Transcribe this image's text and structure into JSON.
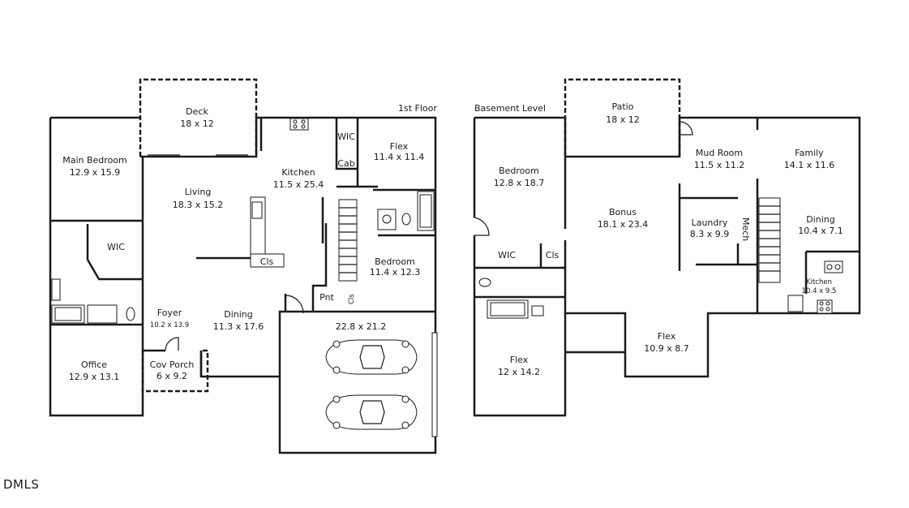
{
  "floors": {
    "first": {
      "title": "1st Floor",
      "rooms": [
        {
          "id": "deck",
          "name": "Deck",
          "dims": "18 x 12"
        },
        {
          "id": "main-bedroom",
          "name": "Main Bedroom",
          "dims": "12.9 x 15.9"
        },
        {
          "id": "living",
          "name": "Living",
          "dims": "18.3 x 15.2"
        },
        {
          "id": "kitchen",
          "name": "Kitchen",
          "dims": "11.5 x 25.4"
        },
        {
          "id": "flex",
          "name": "Flex",
          "dims": "11.4 x 11.4"
        },
        {
          "id": "bedroom",
          "name": "Bedroom",
          "dims": "11.4 x 12.3"
        },
        {
          "id": "foyer",
          "name": "Foyer",
          "dims": "10.2 x 13.9"
        },
        {
          "id": "dining",
          "name": "Dining",
          "dims": "11.3 x 17.6"
        },
        {
          "id": "office",
          "name": "Office",
          "dims": "12.9 x 13.1"
        },
        {
          "id": "cov-porch",
          "name": "Cov Porch",
          "dims": "6 x 9.2"
        },
        {
          "id": "garage",
          "name": "",
          "dims": "22.8 x 21.2"
        }
      ],
      "small_labels": {
        "wic_main": "WIC",
        "wic_flex": "WIC",
        "cab": "Cab",
        "cls_island": "Cls",
        "pnt": "Pnt",
        "cls_vertical": "Cls"
      }
    },
    "basement": {
      "title": "Basement Level",
      "rooms": [
        {
          "id": "patio",
          "name": "Patio",
          "dims": "18 x 12"
        },
        {
          "id": "b-bedroom",
          "name": "Bedroom",
          "dims": "12.8 x 18.7"
        },
        {
          "id": "bonus",
          "name": "Bonus",
          "dims": "18.1 x 23.4"
        },
        {
          "id": "mud-room",
          "name": "Mud Room",
          "dims": "11.5 x 11.2"
        },
        {
          "id": "family",
          "name": "Family",
          "dims": "14.1 x 11.6"
        },
        {
          "id": "laundry",
          "name": "Laundry",
          "dims": "8.3 x 9.9"
        },
        {
          "id": "b-dining",
          "name": "Dining",
          "dims": "10.4 x 7.1"
        },
        {
          "id": "b-kitchen",
          "name": "Kitchen",
          "dims": "10.4 x 9.5"
        },
        {
          "id": "b-flex-left",
          "name": "Flex",
          "dims": "12 x 14.2"
        },
        {
          "id": "b-flex-right",
          "name": "Flex",
          "dims": "10.9 x 8.7"
        }
      ],
      "small_labels": {
        "wic": "WIC",
        "cls": "Cls",
        "mech": "Mech"
      }
    }
  },
  "brand": "DMLS"
}
